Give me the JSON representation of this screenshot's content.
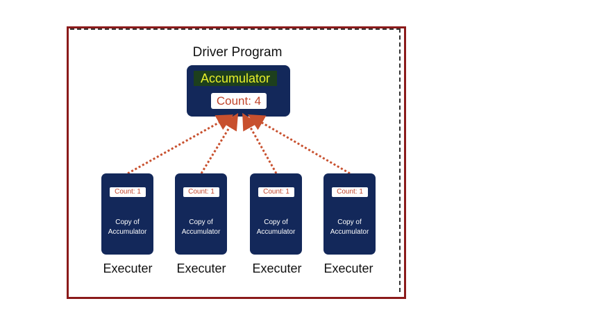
{
  "driver": {
    "title": "Driver Program",
    "accumulator_label": "Accumulator",
    "count_label": "Count: 4"
  },
  "executors": [
    {
      "count_label": "Count: 1",
      "copy_line1": "Copy of",
      "copy_line2": "Accumulator",
      "label": "Executer"
    },
    {
      "count_label": "Count: 1",
      "copy_line1": "Copy of",
      "copy_line2": "Accumulator",
      "label": "Executer"
    },
    {
      "count_label": "Count: 1",
      "copy_line1": "Copy of",
      "copy_line2": "Accumulator",
      "label": "Executer"
    },
    {
      "count_label": "Count: 1",
      "copy_line1": "Copy of",
      "copy_line2": "Accumulator",
      "label": "Executer"
    }
  ],
  "colors": {
    "frame": "#8b1a1a",
    "box": "#13285a",
    "accent_text": "#e8f02a",
    "count_text": "#c0442a",
    "arrow": "#c8502e"
  }
}
